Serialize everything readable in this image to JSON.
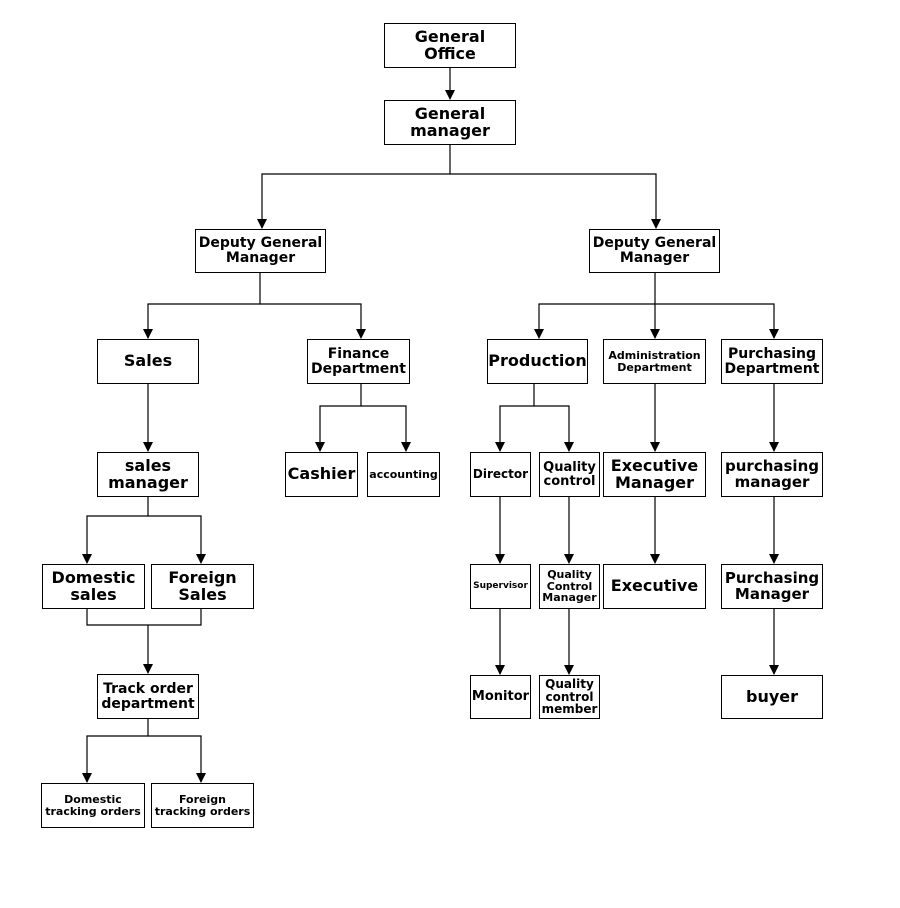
{
  "nodes": {
    "general_office": "General\nOffice",
    "general_manager": "General\nmanager",
    "deputy_left": "Deputy General\nManager",
    "deputy_right": "Deputy General\nManager",
    "sales": "Sales",
    "finance": "Finance\nDepartment",
    "production": "Production",
    "administration": "Administration\nDepartment",
    "purchasing_dept": "Purchasing\nDepartment",
    "sales_manager": "sales\nmanager",
    "cashier": "Cashier",
    "accounting": "accounting",
    "director": "Director",
    "quality_control": "Quality\ncontrol",
    "executive_manager": "Executive\nManager",
    "purchasing_manager_lower": "purchasing\nmanager",
    "domestic_sales": "Domestic\nsales",
    "foreign_sales": "Foreign\nSales",
    "supervisor": "Supervisor",
    "qc_manager": "Quality\nControl\nManager",
    "executive": "Executive",
    "purchasing_manager_upper": "Purchasing\nManager",
    "track_order": "Track order\ndepartment",
    "monitor": "Monitor",
    "qc_member": "Quality\ncontrol\nmember",
    "buyer": "buyer",
    "domestic_tracking": "Domestic\ntracking orders",
    "foreign_tracking": "Foreign\ntracking orders"
  }
}
